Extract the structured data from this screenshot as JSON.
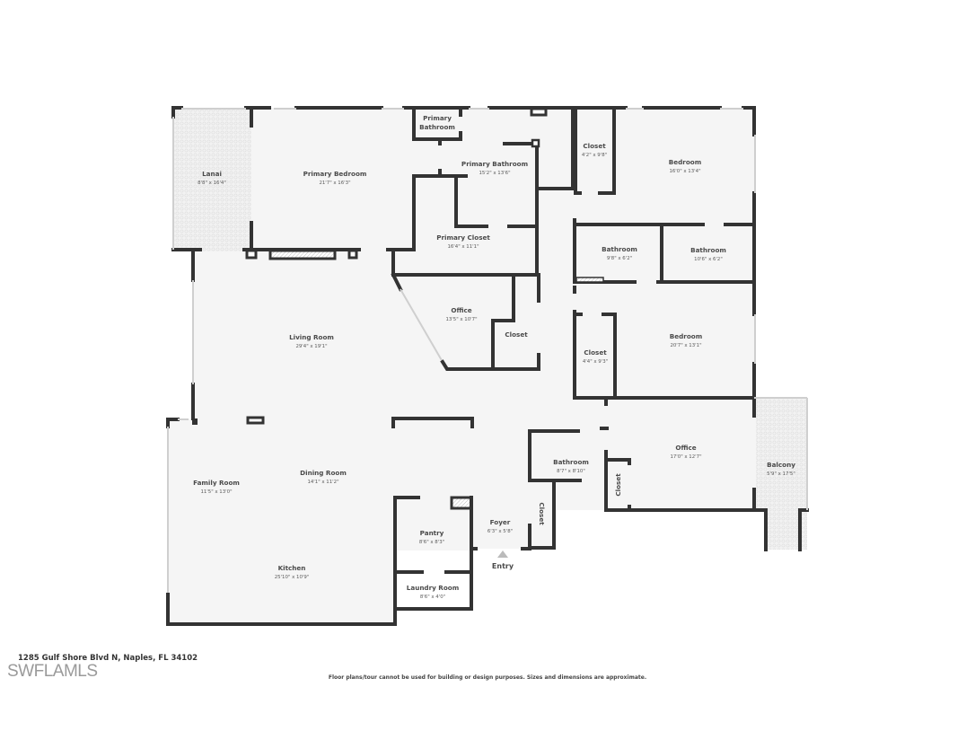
{
  "address": "1285 Gulf Shore Blvd N, Naples, FL 34102",
  "watermark": "SWFLAMLS",
  "disclaimer": "Floor plans/tour cannot be used for building or design purposes. Sizes and dimensions are approximate.",
  "entry_label": "Entry",
  "colors": {
    "wall": "#333333",
    "floor": "#f5f5f5",
    "outdoor_tile": "#eeeeee",
    "text": "#4a4a4a"
  },
  "rooms": {
    "lanai": {
      "name": "Lanai",
      "dims": "8'8\" x 16'4\""
    },
    "primary_bedroom": {
      "name": "Primary Bedroom",
      "dims": "21'7\" x 16'3\""
    },
    "primary_bathroom_small": {
      "name": "Primary",
      "name2": "Bathroom"
    },
    "primary_bathroom": {
      "name": "Primary Bathroom",
      "dims": "15'2\" x 13'6\""
    },
    "primary_closet": {
      "name": "Primary Closet",
      "dims": "16'4\" x 11'1\""
    },
    "closet_ne": {
      "name": "Closet",
      "dims": "4'2\" x 9'8\""
    },
    "bedroom_ne": {
      "name": "Bedroom",
      "dims": "16'0\" x 13'4\""
    },
    "bathroom_e1": {
      "name": "Bathroom",
      "dims": "9'8\" x 6'2\""
    },
    "bathroom_e2": {
      "name": "Bathroom",
      "dims": "10'6\" x 6'2\""
    },
    "office_center": {
      "name": "Office",
      "dims": "13'5\" x 10'7\""
    },
    "closet_center": {
      "name": "Closet"
    },
    "living_room": {
      "name": "Living Room",
      "dims": "29'4\" x 19'1\""
    },
    "closet_e": {
      "name": "Closet",
      "dims": "4'4\" x 9'3\""
    },
    "bedroom_e": {
      "name": "Bedroom",
      "dims": "20'7\" x 13'1\""
    },
    "family_room": {
      "name": "Family Room",
      "dims": "11'5\" x 13'0\""
    },
    "dining_room": {
      "name": "Dining Room",
      "dims": "14'1\" x 11'2\""
    },
    "bathroom_s": {
      "name": "Bathroom",
      "dims": "8'7\" x 8'10\""
    },
    "office_se": {
      "name": "Office",
      "dims": "17'0\" x 12'7\""
    },
    "closet_office": {
      "name": "Closet"
    },
    "balcony": {
      "name": "Balcony",
      "dims": "5'9\" x 17'5\""
    },
    "closet_foyer": {
      "name": "Closet"
    },
    "foyer": {
      "name": "Foyer",
      "dims": "6'3\" x 5'8\""
    },
    "pantry": {
      "name": "Pantry",
      "dims": "8'6\" x 8'3\""
    },
    "kitchen": {
      "name": "Kitchen",
      "dims": "25'10\" x 10'9\""
    },
    "laundry_room": {
      "name": "Laundry Room",
      "dims": "8'6\" x 4'0\""
    }
  }
}
